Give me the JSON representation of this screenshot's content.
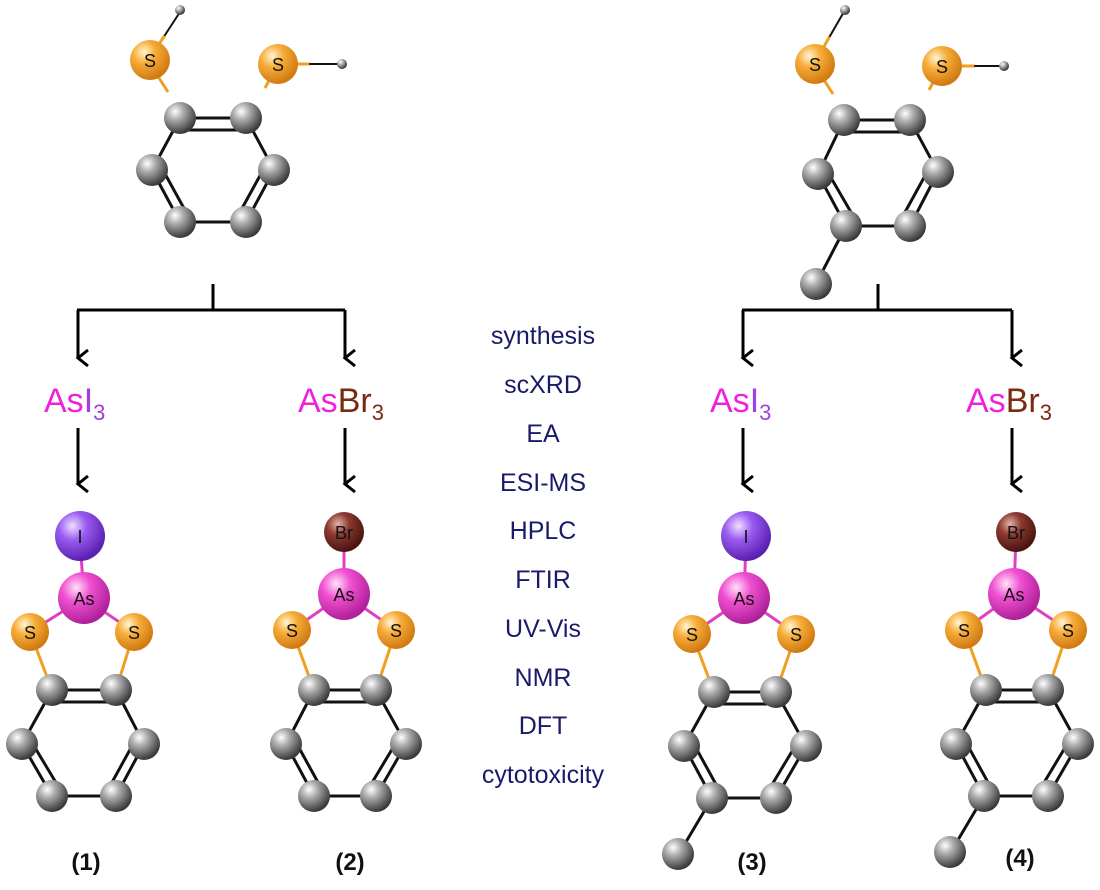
{
  "colors": {
    "carbon": "#7a7a7a",
    "sulfur": "#f7ad3a",
    "arsenic": "#f050d0",
    "iodine": "#9a5cf0",
    "bromine": "#8a3a32",
    "as_text": "#ee22dd",
    "i3_text": "#a040e0",
    "br3_text": "#7a2a10",
    "methods_text": "#1a1a6a"
  },
  "atom_labels": {
    "sulfur": "S",
    "arsenic": "As",
    "iodine": "I",
    "bromine": "Br"
  },
  "reagents": {
    "asi3": {
      "as": "As",
      "x": "I",
      "n": "3"
    },
    "asbr3": {
      "as": "As",
      "x": "Br",
      "n": "3"
    }
  },
  "methods": [
    "synthesis",
    "scXRD",
    "EA",
    "ESI-MS",
    "HPLC",
    "FTIR",
    "UV-Vis",
    "NMR",
    "DFT",
    "cytotoxicity"
  ],
  "compound_numbers": [
    "(1)",
    "(2)",
    "(3)",
    "(4)"
  ]
}
